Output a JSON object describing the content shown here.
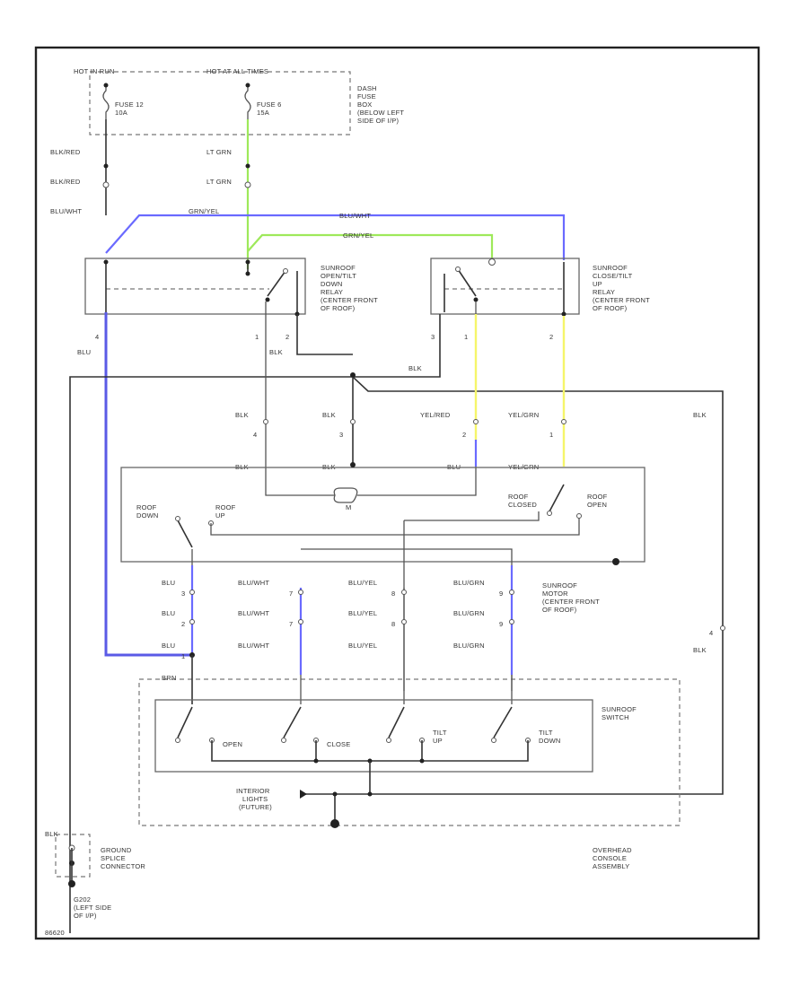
{
  "diagram_id": "86620",
  "power": {
    "hot_run": "HOT IN RUN",
    "hot_all": "HOT AT ALL TIMES",
    "fuse12": [
      "FUSE 12",
      "10A"
    ],
    "fuse6": [
      "FUSE 6",
      "15A"
    ],
    "fuse_box": [
      "DASH",
      "FUSE",
      "BOX",
      "(BELOW LEFT",
      "SIDE OF I/P)"
    ]
  },
  "wires": {
    "blk_red_1": "BLK/RED",
    "blk_red_2": "BLK/RED",
    "blu_wht": "BLU/WHT",
    "lt_grn_1": "LT GRN",
    "lt_grn_2": "LT GRN",
    "grn_yel_1": "GRN/YEL",
    "grn_yel_2": "GRN/YEL",
    "blu_wht_top": "BLU/WHT",
    "blu_relay1": "BLU",
    "blk_relay1": "BLK",
    "blk_center": "BLK",
    "blk_right": "BLK"
  },
  "relay1": {
    "label": [
      "SUNROOF",
      "OPEN/TILT",
      "DOWN",
      "RELAY",
      "(CENTER FRONT",
      "OF ROOF)"
    ],
    "pins": [
      "4",
      "1",
      "2"
    ]
  },
  "relay2": {
    "label": [
      "SUNROOF",
      "CLOSE/TILT",
      "UP",
      "RELAY",
      "(CENTER FRONT",
      "OF ROOF)"
    ],
    "pins": [
      "3",
      "1",
      "2"
    ]
  },
  "roof_switch": {
    "top_wires": [
      "BLK",
      "BLK",
      "YEL/RED",
      "YEL/GRN"
    ],
    "top_pins": [
      "4",
      "3",
      "2",
      "1"
    ],
    "inner_wires": [
      "BLK",
      "BLK",
      "BLU",
      "YEL/GRN"
    ],
    "motor_letter": "M",
    "roof_down": [
      "ROOF",
      "DOWN"
    ],
    "roof_up": [
      "ROOF",
      "UP"
    ],
    "roof_closed": [
      "ROOF",
      "CLOSED"
    ],
    "roof_open": [
      "ROOF",
      "OPEN"
    ]
  },
  "motor_conn": {
    "col1": [
      {
        "w": "BLU",
        "p": "3"
      },
      {
        "w": "BLU",
        "p": "2"
      },
      {
        "w": "BLU",
        "p": "1"
      }
    ],
    "col2": [
      {
        "w": "BLU/WHT",
        "p": "7"
      },
      {
        "w": "BLU/WHT",
        "p": "7"
      },
      {
        "w": "BLU/WHT",
        "p": ""
      }
    ],
    "col3": [
      {
        "w": "BLU/YEL",
        "p": "8"
      },
      {
        "w": "BLU/YEL",
        "p": "8"
      },
      {
        "w": "BLU/YEL",
        "p": ""
      }
    ],
    "col4": [
      {
        "w": "BLU/GRN",
        "p": "9"
      },
      {
        "w": "BLU/GRN",
        "p": "9"
      },
      {
        "w": "BLU/GRN",
        "p": ""
      }
    ],
    "label": [
      "SUNROOF",
      "MOTOR",
      "(CENTER FRONT",
      "OF ROOF)"
    ],
    "right_pin": "4",
    "right_wire": "BLK"
  },
  "sunroof_switch": {
    "brn": "BRN",
    "label": [
      "SUNROOF",
      "SWITCH"
    ],
    "positions": [
      "OPEN",
      "CLOSE",
      "TILT\nUP",
      "TILT\nDOWN"
    ],
    "interior": [
      "INTERIOR",
      "LIGHTS",
      "(FUTURE)"
    ]
  },
  "ground": {
    "blk": "BLK",
    "splice": [
      "GROUND",
      "SPLICE",
      "CONNECTOR"
    ],
    "g202": [
      "G202",
      "(LEFT SIDE",
      "OF I/P)"
    ]
  },
  "overhead": [
    "OVERHEAD",
    "CONSOLE",
    "ASSEMBLY"
  ]
}
